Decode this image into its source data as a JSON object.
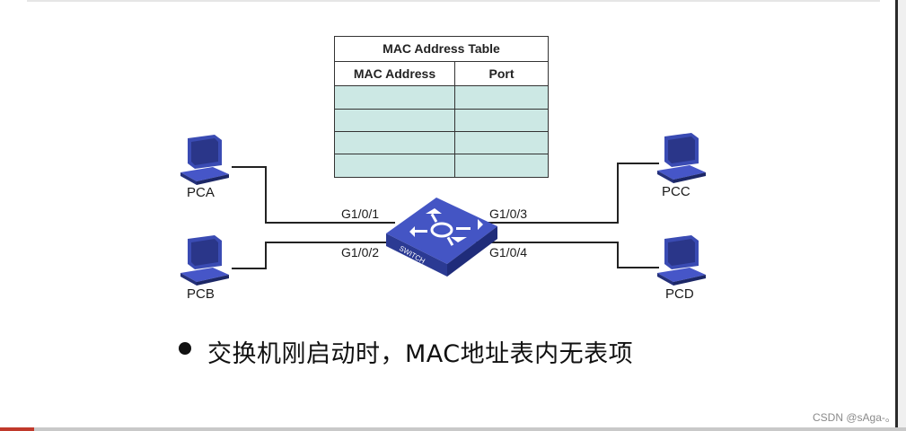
{
  "table": {
    "title": "MAC Address Table",
    "headers": [
      "MAC Address",
      "Port"
    ],
    "rows": [
      [
        "",
        ""
      ],
      [
        "",
        ""
      ],
      [
        "",
        ""
      ],
      [
        "",
        ""
      ]
    ]
  },
  "hosts": {
    "pca": "PCA",
    "pcb": "PCB",
    "pcc": "PCC",
    "pcd": "PCD"
  },
  "ports": {
    "g101": "G1/0/1",
    "g102": "G1/0/2",
    "g103": "G1/0/3",
    "g104": "G1/0/4"
  },
  "switch": {
    "label": "SWITCH"
  },
  "colors": {
    "device_blue": "#2f3f9e",
    "table_cell": "#cce8e4"
  },
  "bullet": "交换机刚启动时，MAC地址表内无表项",
  "watermark": "CSDN @sAga-。"
}
